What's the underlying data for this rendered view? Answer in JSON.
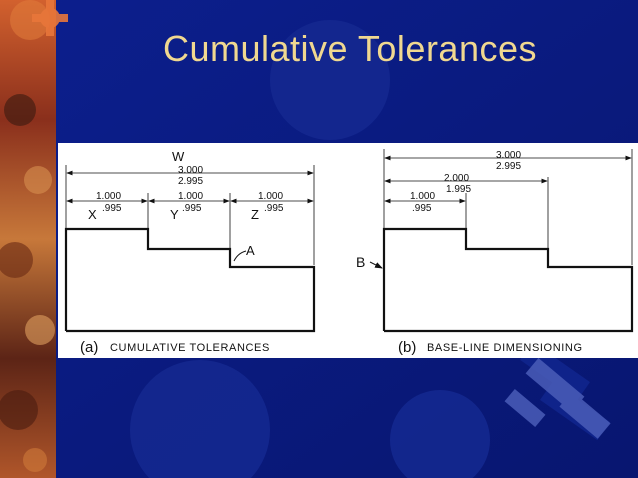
{
  "slide": {
    "title": "Cumulative Tolerances"
  },
  "figure_a": {
    "overall_label": "W",
    "overall_upper": "3.000",
    "overall_lower": "2.995",
    "segments": [
      {
        "upper": "1.000",
        "lower": ".995",
        "letter": "X"
      },
      {
        "upper": "1.000",
        "lower": ".995",
        "letter": "Y"
      },
      {
        "upper": "1.000",
        "lower": ".995",
        "letter": "Z"
      }
    ],
    "point_label": "A",
    "caption_letter": "(a)",
    "caption": "CUMULATIVE TOLERANCES"
  },
  "figure_b": {
    "dim1_upper": "1.000",
    "dim1_lower": ".995",
    "dim2_upper": "2.000",
    "dim2_lower": "1.995",
    "dim3_upper": "3.000",
    "dim3_lower": "2.995",
    "baseline_label": "B",
    "caption_letter": "(b)",
    "caption": "BASE-LINE DIMENSIONING"
  },
  "colors": {
    "background": "#0a1a7a",
    "title": "#f0d890",
    "left_strip": "#c0502a"
  }
}
